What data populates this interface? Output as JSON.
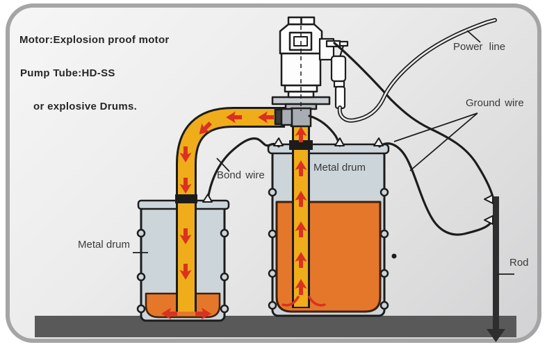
{
  "info_panel": {
    "lines": [
      "Motor:Explosion proof motor",
      "Pump Tube:HD-SS",
      "or explosive Drums."
    ]
  },
  "labels": {
    "power_line": "Power line",
    "ground_wire": "Ground wire",
    "bond_wire": "Bond wire",
    "metal_drum_right": "Metal drum",
    "metal_drum_left": "Metal drum",
    "rod": "Rod"
  },
  "colors": {
    "panel_background": "#ececec",
    "panel_border": "#a5a5a5",
    "floor": "#595959",
    "drum_body": "#ccd5da",
    "liquid": "#e5772a",
    "liquid_outline": "#40200a",
    "hose": "#f0ad1b",
    "flow_arrow": "#d93220",
    "wire": "#1d1d1d",
    "outline": "#1c1c1c",
    "metal_fitting": "#a7adb2",
    "rod_color": "#2e2e2e",
    "text": "#3a3a3a"
  }
}
